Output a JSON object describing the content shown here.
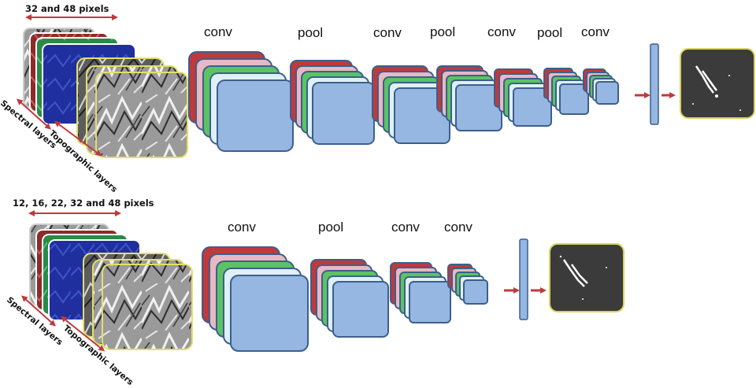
{
  "top_network": {
    "input_size_label": "32 and 48 pixels",
    "spectral_label": "Spectral layers",
    "topographic_label": "Topographic layers",
    "operations": [
      "conv",
      "pool",
      "conv",
      "pool",
      "conv",
      "pool",
      "conv"
    ]
  },
  "bottom_network": {
    "input_size_label": "12, 16, 22, 32 and 48 pixels",
    "spectral_label": "Spectral layers",
    "topographic_label": "Topographic layers",
    "operations": [
      "conv",
      "pool",
      "conv",
      "conv"
    ]
  },
  "colors": {
    "block_fill": "#95b7e2",
    "block_stroke": "#3d5f8c",
    "layer_colors": [
      "#c0393b",
      "#e7b9c4",
      "#5bc364",
      "#dff0f7"
    ],
    "arrow": "#c0393b",
    "output_fill": "#3b3b3b",
    "output_border": "#d6d35a"
  }
}
